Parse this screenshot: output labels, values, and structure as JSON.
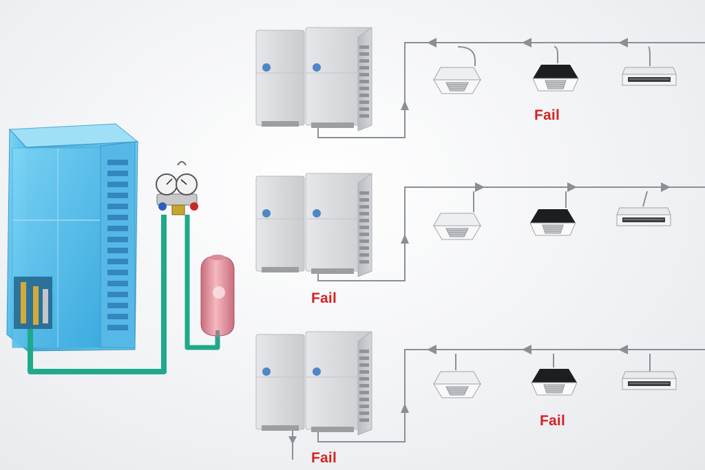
{
  "fail_labels": {
    "row1_indoor": "Fail",
    "row2_outdoor": "Fail",
    "row3_indoor": "Fail",
    "row3_outdoor": "Fail"
  },
  "colors": {
    "fail_text": "#d42323",
    "pipe_green": "#1ea98a",
    "refrigerant_line": "#8a8f95",
    "recovery_unit": "#5ec6ee",
    "cylinder": "#e89aa4",
    "outdoor_unit": "#d9dadd"
  },
  "rows": [
    {
      "flow_direction": "left",
      "failed_component": "indoor unit (4-way cassette)"
    },
    {
      "flow_direction": "right",
      "failed_component": "outdoor unit"
    },
    {
      "flow_direction": "left",
      "failed_component": "indoor unit (4-way cassette) and outdoor unit"
    }
  ]
}
